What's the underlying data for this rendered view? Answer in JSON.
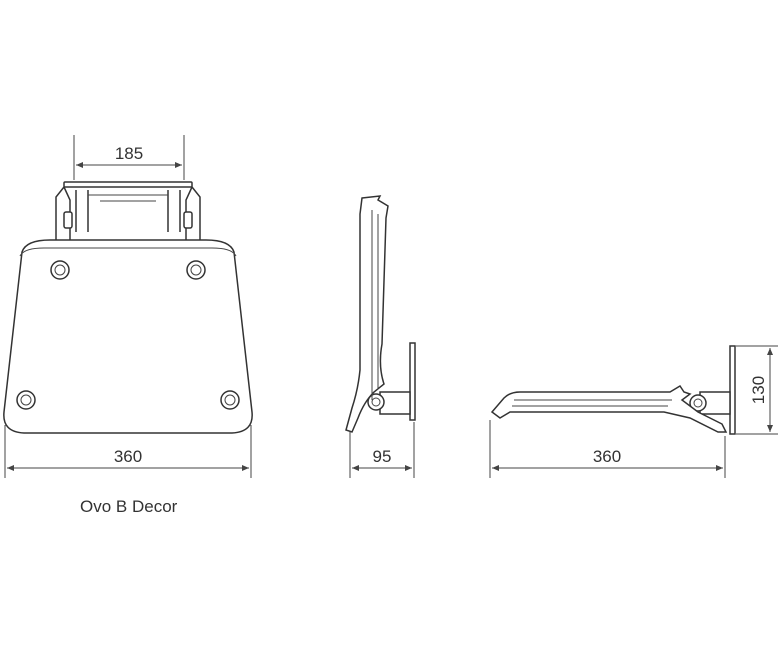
{
  "dimensions": {
    "front_bracket_width": "185",
    "front_seat_width": "360",
    "side_depth": "95",
    "open_depth": "360",
    "open_height": "130"
  },
  "caption": "Ovo B Decor"
}
